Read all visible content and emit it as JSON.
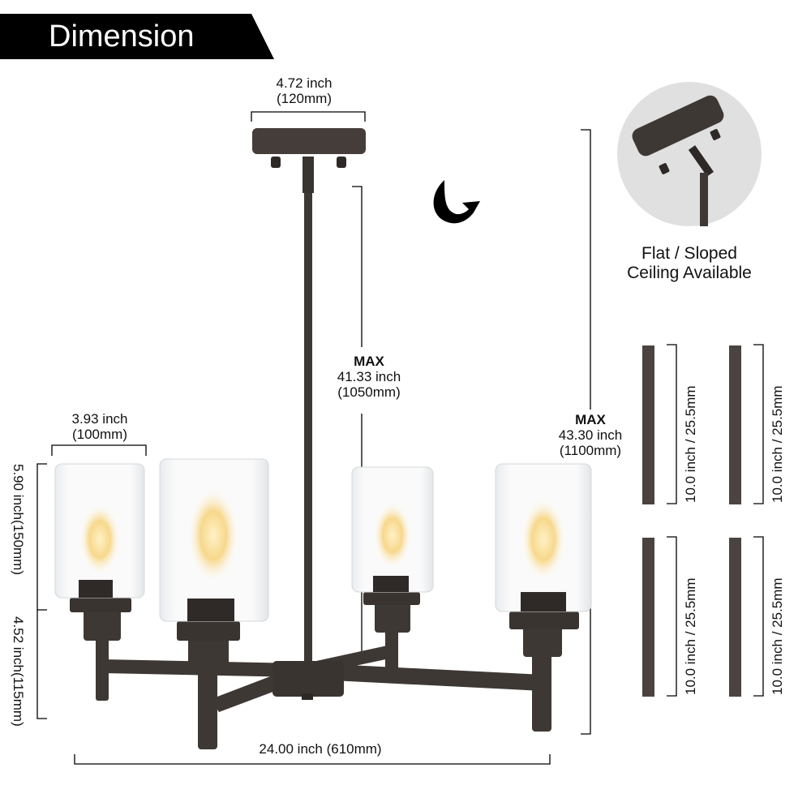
{
  "header": {
    "title": "Dimension"
  },
  "colors": {
    "banner_bg": "#000000",
    "banner_text": "#ffffff",
    "metal": "#3e3835",
    "badge_bg": "#e0e0e0"
  },
  "canopy": {
    "width_in": "4.72 inch",
    "width_mm": "(120mm)"
  },
  "rod_height": {
    "prefix": "MAX",
    "inch": "41.33 inch",
    "mm": "(1050mm)"
  },
  "total_height": {
    "prefix": "MAX",
    "inch": "43.30 inch",
    "mm": "(1100mm)"
  },
  "shade": {
    "width_in": "3.93 inch",
    "width_mm": "(100mm)",
    "height": "5.90 inch(150mm)"
  },
  "arm_height": {
    "label": "4.52 inch(115mm)"
  },
  "overall_width": {
    "label": "24.00 inch (610mm)"
  },
  "ceiling_badge": {
    "line1": "Flat / Sloped",
    "line2": "Ceiling Available",
    "icon": "sloped-ceiling-canopy-icon"
  },
  "rods": [
    {
      "label": "10.0 inch / 25.5mm"
    },
    {
      "label": "10.0 inch / 25.5mm"
    },
    {
      "label": "10.0 inch / 25.5mm"
    },
    {
      "label": "10.0 inch / 25.5mm"
    }
  ],
  "arrow": {
    "icon": "curved-arrow-icon"
  }
}
